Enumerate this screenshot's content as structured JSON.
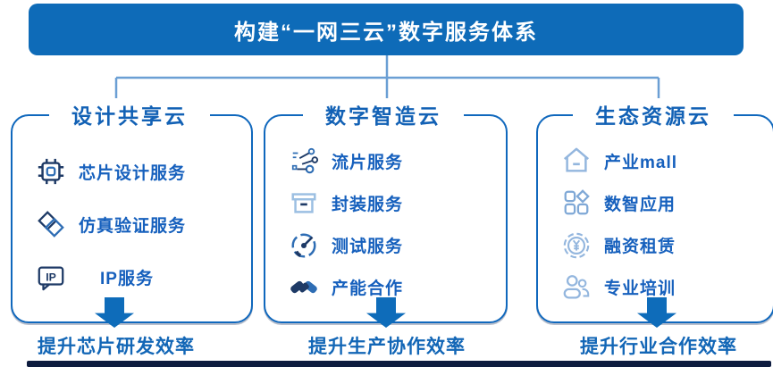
{
  "title": "构建“一网三云”数字服务体系",
  "columns": [
    {
      "header": "设计共享云",
      "items": [
        {
          "icon": "chip-icon",
          "label": "芯片设计服务"
        },
        {
          "icon": "simulation-diamonds-icon",
          "label": "仿真验证服务"
        },
        {
          "icon": "ip-tag-icon",
          "icon_text": "IP",
          "label": "IP服务"
        }
      ],
      "footer": "提升芯片研发效率"
    },
    {
      "header": "数字智造云",
      "items": [
        {
          "icon": "tapeout-circuit-icon",
          "label": "流片服务"
        },
        {
          "icon": "package-box-icon",
          "label": "封装服务"
        },
        {
          "icon": "test-gauge-icon",
          "label": "测试服务"
        },
        {
          "icon": "handshake-icon",
          "label": "产能合作"
        }
      ],
      "footer": "提升生产协作效率"
    },
    {
      "header": "生态资源云",
      "items": [
        {
          "icon": "industry-mall-house-icon",
          "label": "产业mall"
        },
        {
          "icon": "apps-grid-icon",
          "label": "数智应用"
        },
        {
          "icon": "financing-coin-icon",
          "label": "融资租赁"
        },
        {
          "icon": "training-people-icon",
          "label": "专业培训"
        }
      ],
      "footer": "提升行业合作效率"
    }
  ],
  "colors": {
    "banner_blue": "#0e6bb8",
    "box_border_blue": "#1068bd",
    "connector_blue": "#6b9fd4",
    "heading_text_blue": "#1261b5",
    "item_text_blue": "#1660bd",
    "footer_text_blue": "#1266b6",
    "arrow_blue": "#0e6cba",
    "icon_navy": "#1e3a66",
    "icon_blue": "#2e6db4",
    "icon_light_blue": "#93b6de",
    "bottom_bar_navy": "#0d1c3f"
  }
}
